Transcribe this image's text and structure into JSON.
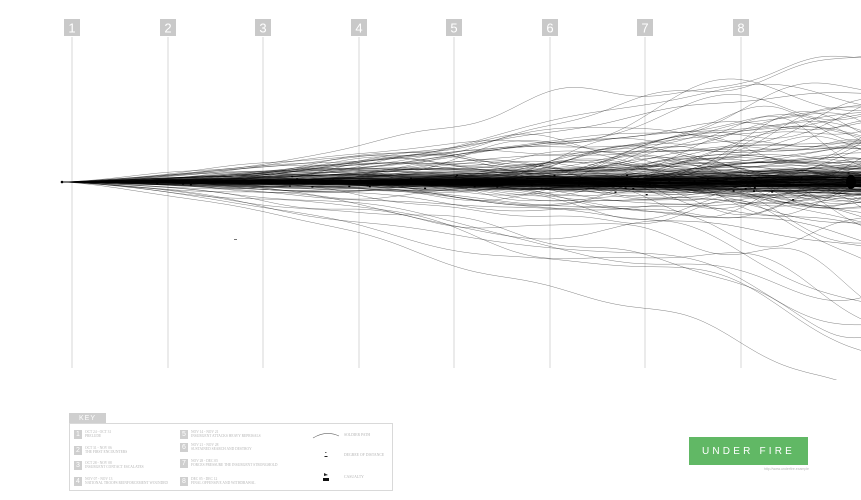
{
  "diagram": {
    "title": "",
    "columns": [
      "1",
      "2",
      "3",
      "4",
      "5",
      "6",
      "7",
      "8"
    ]
  },
  "key": {
    "title": "KEY",
    "items": [
      {
        "num": "1",
        "date": "OCT 24 - OCT 31",
        "text": "PRELUDE"
      },
      {
        "num": "2",
        "date": "OCT 31 - NOV 06",
        "text": "THE FIRST ENCOUNTERS"
      },
      {
        "num": "3",
        "date": "OCT 28 - NOV 08",
        "text": "INSURGENT CONTACT ESCALATES"
      },
      {
        "num": "4",
        "date": "NOV 07 - NOV 13",
        "text": "NATIONAL TROOPS REINFORCEMENT WOUNDED"
      },
      {
        "num": "5",
        "date": "NOV 14 - NOV 21",
        "text": "INSURGENT ATTACKS HEAVY REPRISALS"
      },
      {
        "num": "6",
        "date": "NOV 21 - NOV 28",
        "text": "SUSTAINED SEARCH AND DESTROY"
      },
      {
        "num": "7",
        "date": "NOV 28 - DEC 05",
        "text": "FORCES PRESSURE THE INSURGENT STRONGHOLD"
      },
      {
        "num": "8",
        "date": "DEC 05 - DEC 12",
        "text": "FINAL OFFENSIVE AND WITHDRAWAL"
      }
    ],
    "legend": [
      {
        "glyph": "curve-glyph",
        "label": "SOLDIER PATH"
      },
      {
        "glyph": "tick-glyph",
        "label": "DEGREE OF DISTANCE"
      },
      {
        "glyph": "flag-glyph",
        "label": "CASUALTY"
      }
    ]
  },
  "brand": {
    "name": "UNDER FIRE",
    "url": "http://www.underfire.example"
  }
}
